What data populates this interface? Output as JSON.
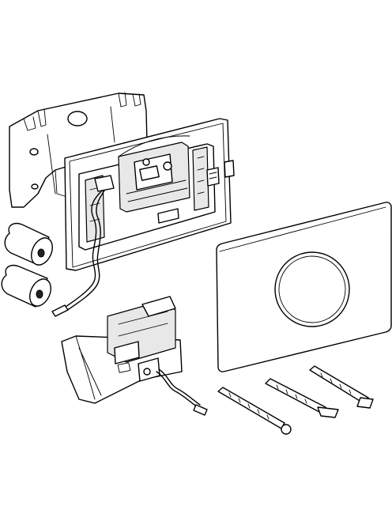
{
  "figure": {
    "kind": "exploded-assembly-line-drawing",
    "components": [
      "back-mounting-plate",
      "sensor-frame",
      "battery-cell",
      "battery-cell",
      "control-unit",
      "cover-plate",
      "fixing-pin",
      "fixing-pin",
      "fixing-pin"
    ]
  }
}
